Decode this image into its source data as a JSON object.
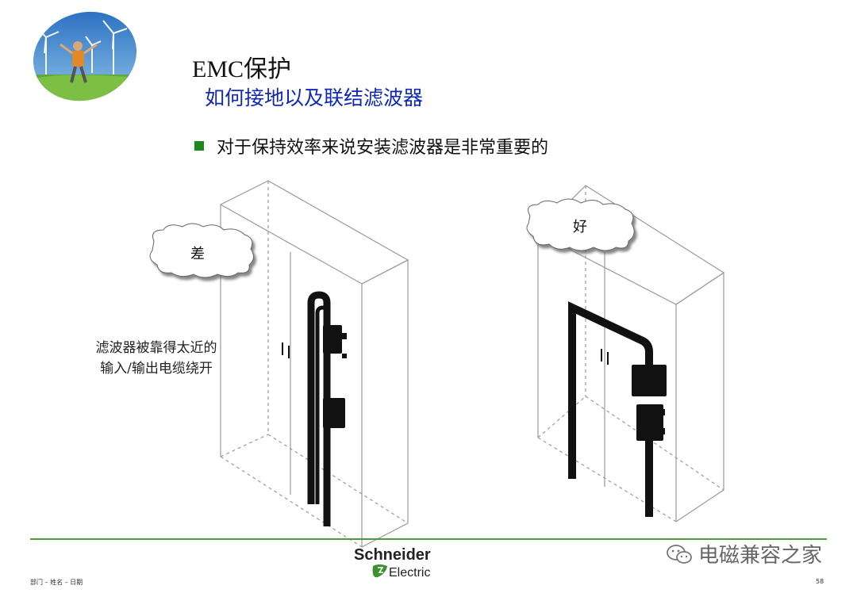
{
  "slide": {
    "title": "EMC保护",
    "subtitle": "如何接地以及联结滤波器",
    "bullet": "对于保持效率来说安装滤波器是非常重要的"
  },
  "diagram_left": {
    "label": "差",
    "note_line1": "滤波器被靠得太近的",
    "note_line2": "输入/输出电缆绕开"
  },
  "diagram_right": {
    "label": "好"
  },
  "footer": {
    "brand_top": "Schneider",
    "brand_bottom": "Electric",
    "left_text": "部门 – 姓名 – 日期",
    "page_number": "58",
    "watermark": "电磁兼容之家"
  },
  "colors": {
    "subtitle": "#1028b8",
    "bullet": "#1c8a1c",
    "footer_rule": "#4c9a3c",
    "brand_green": "#3d8f2f"
  }
}
